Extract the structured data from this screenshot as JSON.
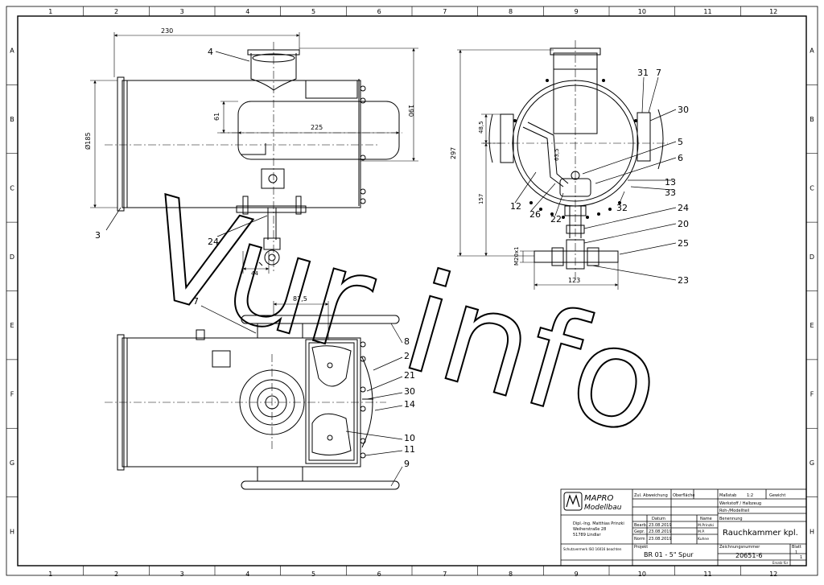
{
  "grid": {
    "cols": [
      "1",
      "2",
      "3",
      "4",
      "5",
      "6",
      "7",
      "8",
      "9",
      "10",
      "11",
      "12"
    ],
    "rows": [
      "A",
      "B",
      "C",
      "D",
      "E",
      "F",
      "G",
      "H"
    ]
  },
  "watermark": "Vur info",
  "dimensions": {
    "d230": "230",
    "d190": "190",
    "d225": "225",
    "d61": "61",
    "dia185": "Ø185",
    "d44": "44",
    "d297": "297",
    "d485": "48,5",
    "d157": "157",
    "d635": "63,5",
    "m20": "M20x1",
    "d123": "123",
    "d875": "87,5"
  },
  "part_labels": {
    "p4": "4",
    "p3": "3",
    "p24a": "24",
    "p31": "31",
    "p7a": "7",
    "p30a": "30",
    "p5": "5",
    "p6": "6",
    "p13": "13",
    "p33": "33",
    "p12": "12",
    "p26": "26",
    "p22": "22",
    "p32": "32",
    "p24b": "24",
    "p20": "20",
    "p25": "25",
    "p23": "23",
    "p7b": "7",
    "p8": "8",
    "p2": "2",
    "p21": "21",
    "p30b": "30",
    "p14": "14",
    "p10": "10",
    "p11": "11",
    "p9": "9"
  },
  "title_block": {
    "company_line1": "MAPRO",
    "company_line2": "Modellbau",
    "address": [
      "Dipl.-Ing. Matthias Prinzki",
      "Weiherstraße 28",
      "51789 Lindlar"
    ],
    "headers": [
      "Zul. Abweichung",
      "Oberfläche",
      "Maßstab",
      "1:2",
      "Gewicht"
    ],
    "row_werkstoff": "Werkstoff / Halbzeug",
    "row_rohteil": "Roh-/Modellteil",
    "row_benennung": "Benennung",
    "date_rows": [
      {
        "label": "Bearb.",
        "date": "23.08.2019",
        "name": "M.Prinzki"
      },
      {
        "label": "Gepr.",
        "date": "23.08.2019",
        "name": "M.P."
      },
      {
        "label": "Norm",
        "date": "23.08.2019",
        "name": "Kuhne"
      }
    ],
    "col_datum": "Datum",
    "col_name": "Name",
    "title": "Rauchkammer kpl.",
    "projekt_label": "Projekt",
    "projekt": "BR 01 - 5\" Spur",
    "zeichnungsnummer_label": "Zeichnungsnummer",
    "zeichnungsnummer": "20651-6",
    "blatt_label": "Blatt",
    "blatt": "1",
    "blatt_total": "1",
    "copyright": "Schutzvermerk ISO 16016 beachten",
    "ersatz": "Ersatz für"
  }
}
